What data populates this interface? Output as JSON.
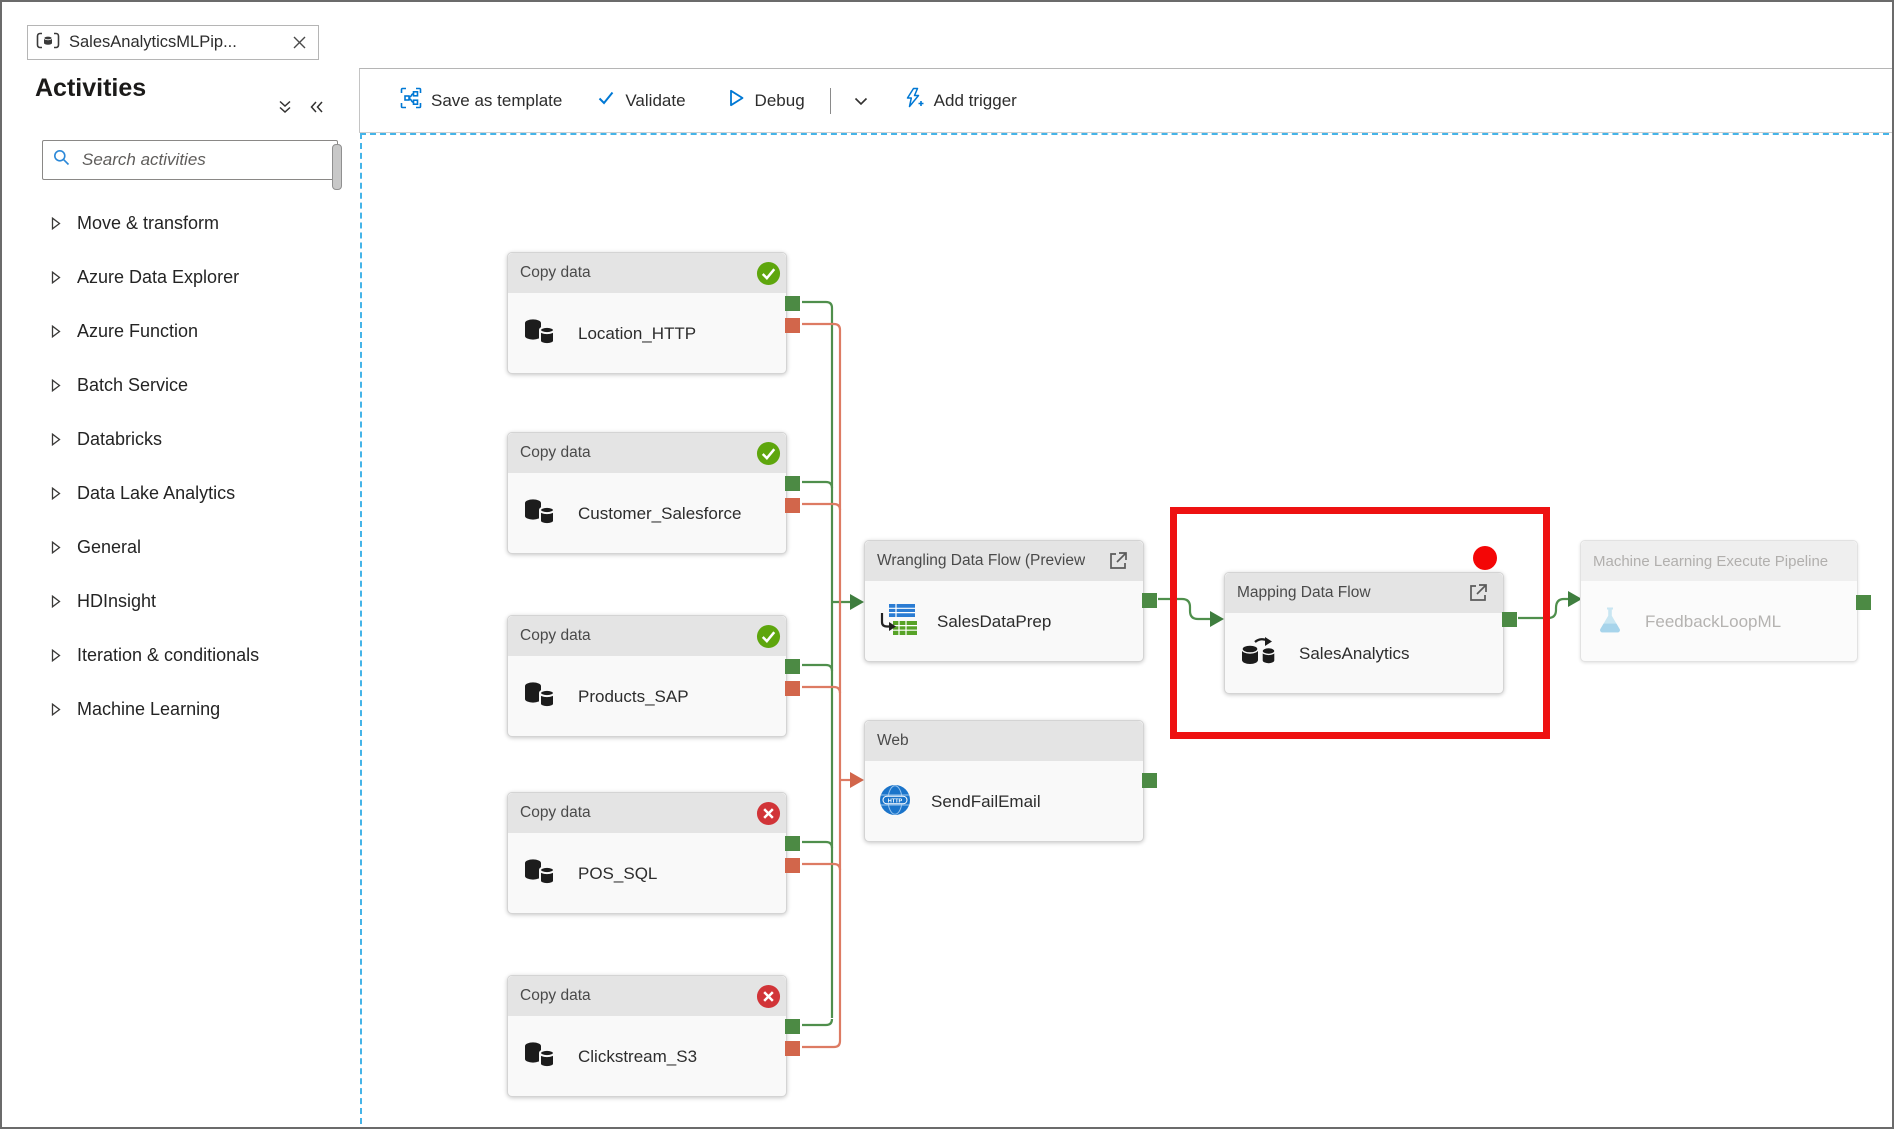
{
  "tab": {
    "title": "SalesAnalyticsMLPip..."
  },
  "sidebar": {
    "title": "Activities",
    "search_placeholder": "Search activities",
    "items": [
      {
        "label": "Move & transform"
      },
      {
        "label": "Azure Data Explorer"
      },
      {
        "label": "Azure Function"
      },
      {
        "label": "Batch Service"
      },
      {
        "label": "Databricks"
      },
      {
        "label": "Data Lake Analytics"
      },
      {
        "label": "General"
      },
      {
        "label": "HDInsight"
      },
      {
        "label": "Iteration & conditionals"
      },
      {
        "label": "Machine Learning"
      }
    ]
  },
  "toolbar": {
    "save_as_template": "Save as template",
    "validate": "Validate",
    "debug": "Debug",
    "add_trigger": "Add trigger"
  },
  "pipeline": {
    "nodes": [
      {
        "type": "Copy data",
        "name": "Location_HTTP",
        "status": "succeeded"
      },
      {
        "type": "Copy data",
        "name": "Customer_Salesforce",
        "status": "succeeded"
      },
      {
        "type": "Copy data",
        "name": "Products_SAP",
        "status": "succeeded"
      },
      {
        "type": "Copy data",
        "name": "POS_SQL",
        "status": "failed"
      },
      {
        "type": "Copy data",
        "name": "Clickstream_S3",
        "status": "failed"
      },
      {
        "type": "Wrangling Data Flow (Preview",
        "name": "SalesDataPrep"
      },
      {
        "type": "Web",
        "name": "SendFailEmail"
      },
      {
        "type": "Mapping Data Flow",
        "name": "SalesAnalytics"
      },
      {
        "type": "Machine Learning Execute Pipeline",
        "name": "FeedbackLoopML"
      }
    ],
    "annotation": {
      "highlighted_node": "SalesAnalytics"
    }
  },
  "icons": {
    "web_http_label": "HTTP"
  },
  "colors": {
    "accent_blue": "#0078d4",
    "success_green": "#5ea60d",
    "failed_red": "#d13438",
    "connector_green": "#4c8a44",
    "connector_orange": "#d2664b",
    "highlight_red": "#ee1111",
    "canvas_border_blue": "#45b4e8"
  }
}
